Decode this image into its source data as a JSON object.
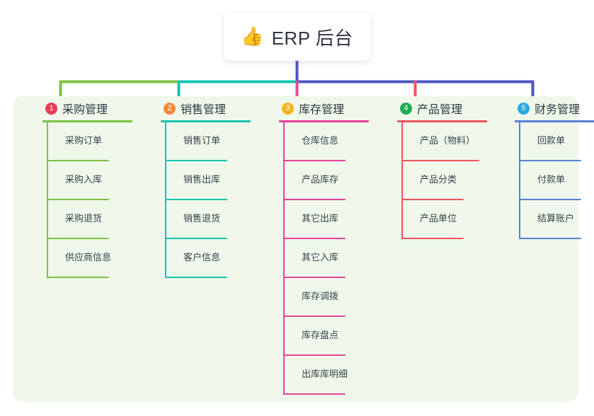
{
  "root": {
    "icon": "thumbs-up-icon",
    "icon_glyph": "👍",
    "title": "ERP 后台"
  },
  "palette": {
    "panel_background": "#eff8ea",
    "page_background": "#ffffff",
    "root_trunk": "#4c56c4",
    "title_text": "#2f3542",
    "item_text": "#3a3f4b"
  },
  "columns": [
    {
      "number": "1",
      "title": "采购管理",
      "badge_color": "#ea3a57",
      "line_color": "#7cc142",
      "connector_color": "#7cc142",
      "items": [
        "采购订单",
        "采购入库",
        "采购退货",
        "供应商信息"
      ]
    },
    {
      "number": "2",
      "title": "销售管理",
      "badge_color": "#f08a3c",
      "line_color": "#18c2ac",
      "connector_color": "#11c4b0",
      "items": [
        "销售订单",
        "销售出库",
        "销售退货",
        "客户信息"
      ]
    },
    {
      "number": "3",
      "title": "库存管理",
      "badge_color": "#f5b41d",
      "line_color": "#e5429a",
      "connector_color": "#e8489c",
      "items": [
        "仓库信息",
        "产品库存",
        "其它出库",
        "其它入库",
        "库存调拨",
        "库存盘点",
        "出库库明细"
      ]
    },
    {
      "number": "4",
      "title": "产品管理",
      "badge_color": "#21ab52",
      "line_color": "#f2545b",
      "connector_color": "#f2545b",
      "items": [
        "产品（物料）",
        "产品分类",
        "产品单位"
      ]
    },
    {
      "number": "5",
      "title": "财务管理",
      "badge_color": "#28a9e0",
      "line_color": "#5b7fd4",
      "connector_color": "#4c56c4",
      "items": [
        "回款单",
        "付款单",
        "结算账户"
      ]
    }
  ]
}
